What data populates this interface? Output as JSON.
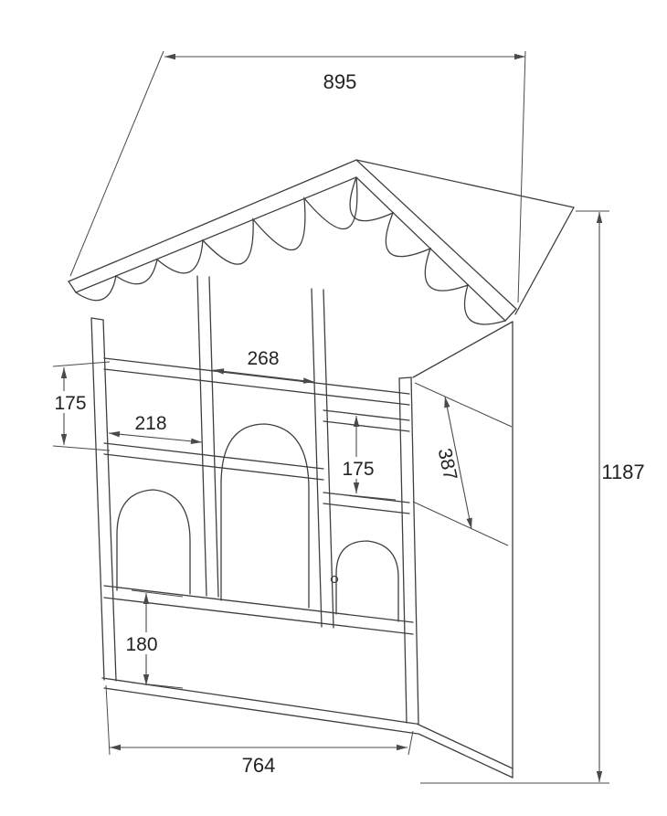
{
  "drawing": {
    "subject": "house-shaped dollhouse bookshelf",
    "style": "dimensioned line drawing"
  },
  "dimensions": {
    "roof_width": "895",
    "overall_height": "1187",
    "center_opening_width": "268",
    "left_opening_width": "218",
    "left_shelf_spacing": "175",
    "right_shelf_spacing": "175",
    "side_height": "387",
    "base_height": "180",
    "body_width": "764"
  }
}
